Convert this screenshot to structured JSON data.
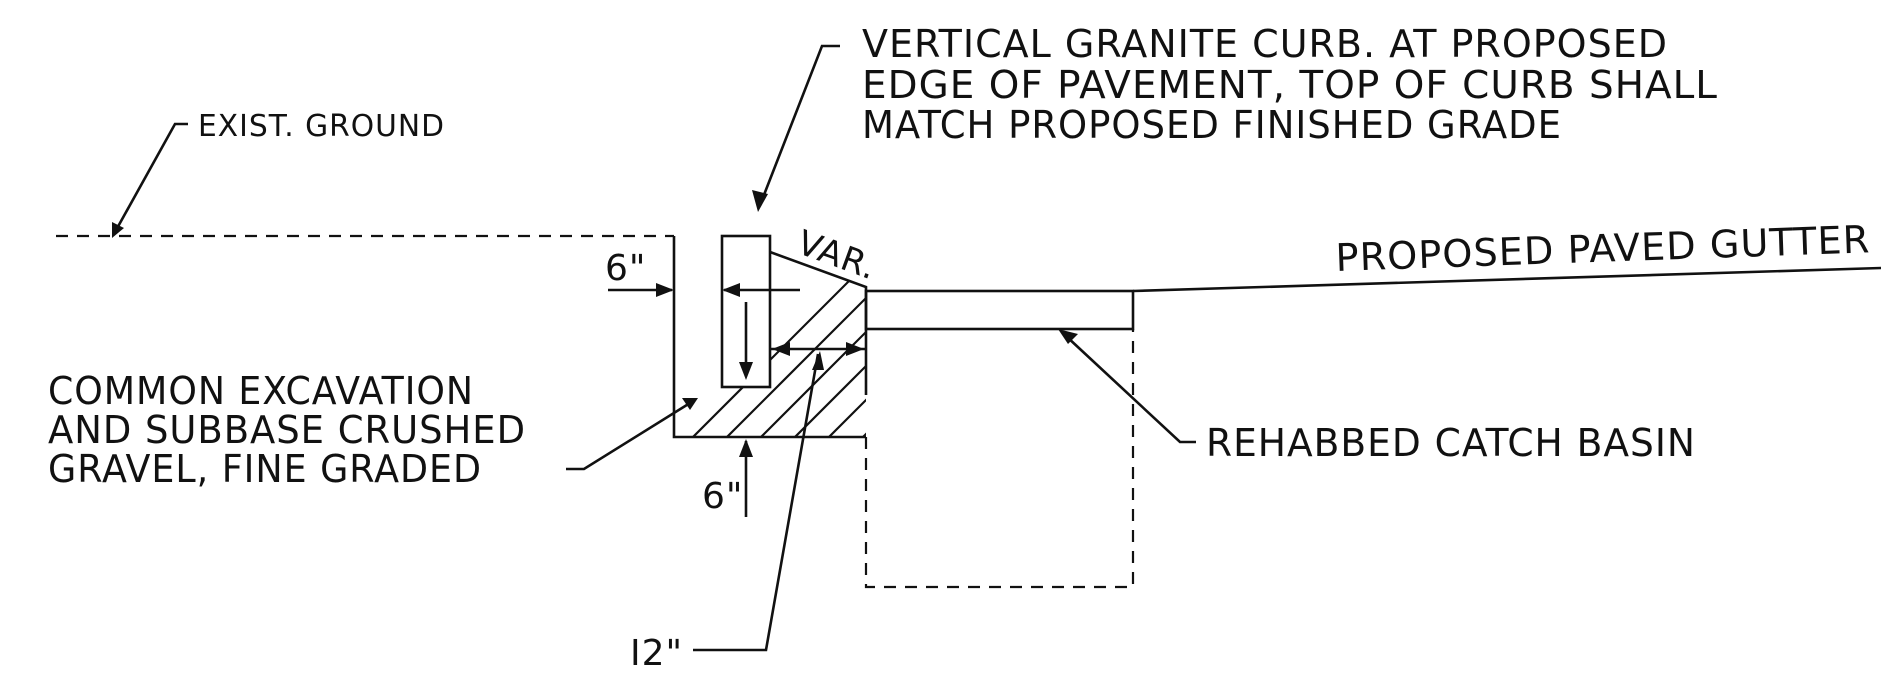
{
  "labels": {
    "exist_ground": "EXIST. GROUND",
    "curb_note": [
      "VERTICAL GRANITE CURB. AT PROPOSED",
      "EDGE OF PAVEMENT, TOP OF CURB SHALL",
      "MATCH PROPOSED FINISHED GRADE"
    ],
    "var": "VAR.",
    "paved_gutter": "PROPOSED PAVED GUTTER",
    "excavation_note": [
      "COMMON EXCAVATION",
      "AND SUBBASE CRUSHED",
      "GRAVEL, FINE GRADED"
    ],
    "catch_basin": "REHABBED CATCH BASIN",
    "dim_side": "6\"",
    "dim_bottom": "6\"",
    "dim_width": "I2\""
  },
  "colors": {
    "line": "#111111",
    "background": "#ffffff"
  }
}
